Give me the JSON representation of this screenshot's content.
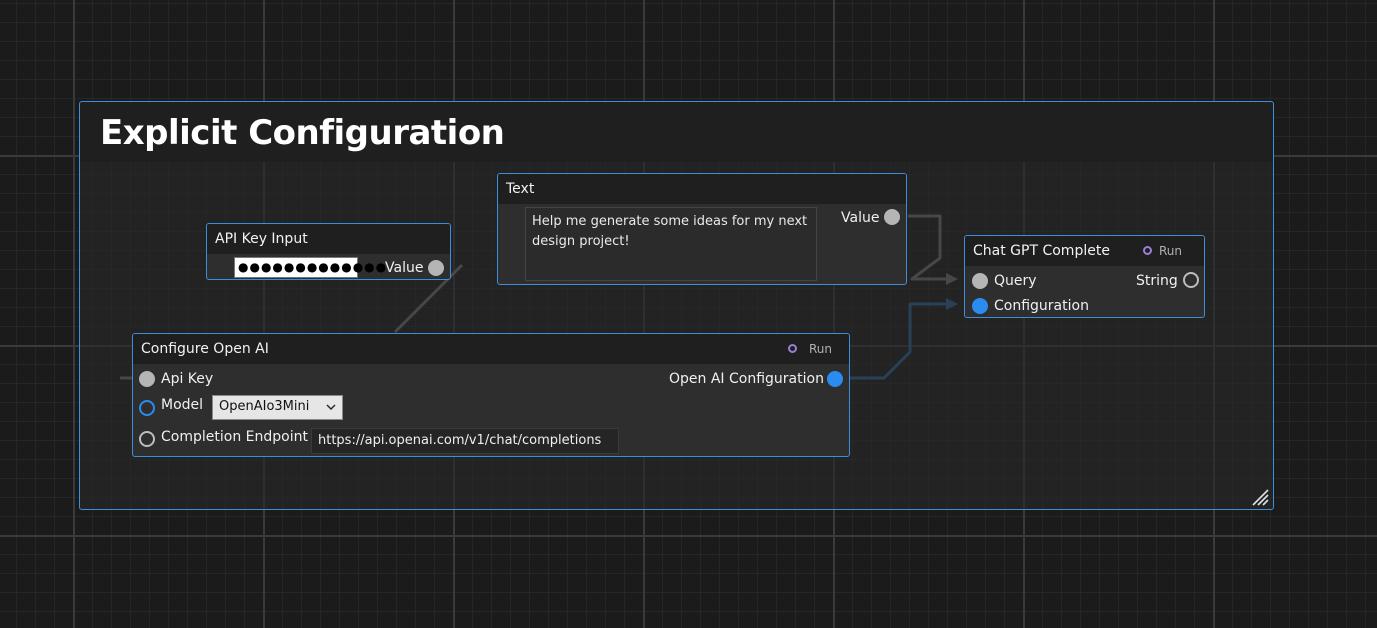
{
  "group": {
    "title": "Explicit Configuration"
  },
  "api_key_node": {
    "title": "API Key Input",
    "password_mask": "●●●●●●●●●●●●●",
    "output_label": "Value"
  },
  "text_node": {
    "title": "Text",
    "content": "Help me generate some ideas for my next design project!",
    "output_label": "Value"
  },
  "chat_node": {
    "title": "Chat GPT Complete",
    "run_label": "Run",
    "inputs": [
      "Query",
      "Configuration"
    ],
    "output_label": "String"
  },
  "config_node": {
    "title": "Configure Open AI",
    "run_label": "Run",
    "api_key_label": "Api Key",
    "model_label": "Model",
    "model_value": "OpenAIo3Mini",
    "endpoint_label": "Completion Endpoint",
    "endpoint_value": "https://api.openai.com/v1/chat/completions",
    "output_label": "Open AI Configuration"
  },
  "colors": {
    "accent": "#3d8edc",
    "pin_blue": "#2a8cf0",
    "pin_gray": "#b5b5b5",
    "run_purple": "#9a7fd8"
  },
  "icons": [
    "chevron-down-icon",
    "resize-grip-icon"
  ]
}
